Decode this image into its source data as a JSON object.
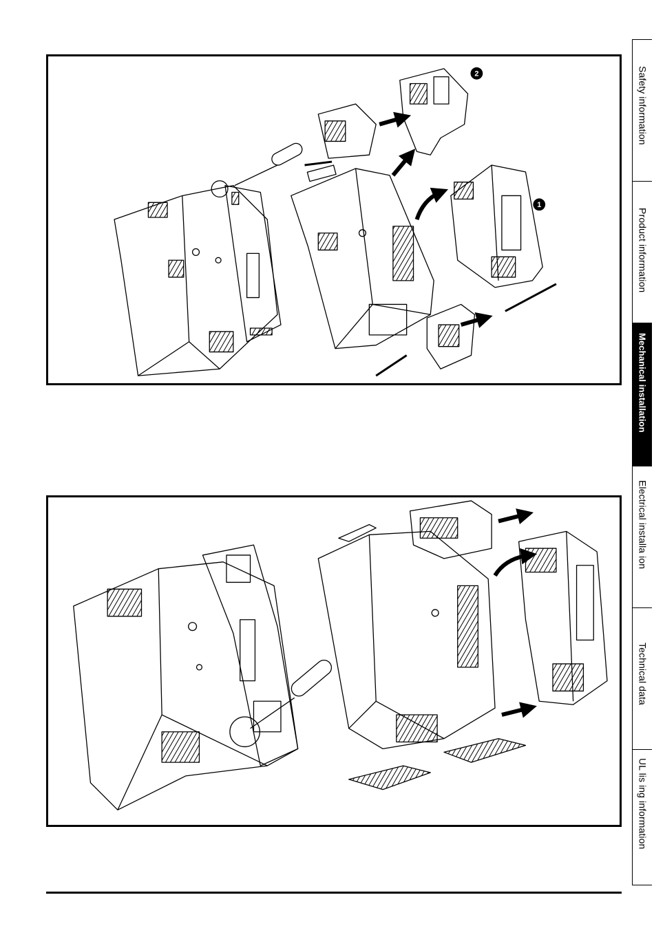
{
  "sidebar": {
    "tabs": [
      {
        "label": "Safety information",
        "active": false
      },
      {
        "label": "Product information",
        "active": false
      },
      {
        "label": "Mechanical installation",
        "active": true
      },
      {
        "label": "Electrical installa ion",
        "active": false
      },
      {
        "label": "Technical data",
        "active": false
      },
      {
        "label": "UL lis ing information",
        "active": false
      }
    ]
  },
  "figure1": {
    "callouts": [
      "1",
      "2"
    ]
  },
  "colors": {
    "line": "#000000",
    "background": "#ffffff"
  }
}
